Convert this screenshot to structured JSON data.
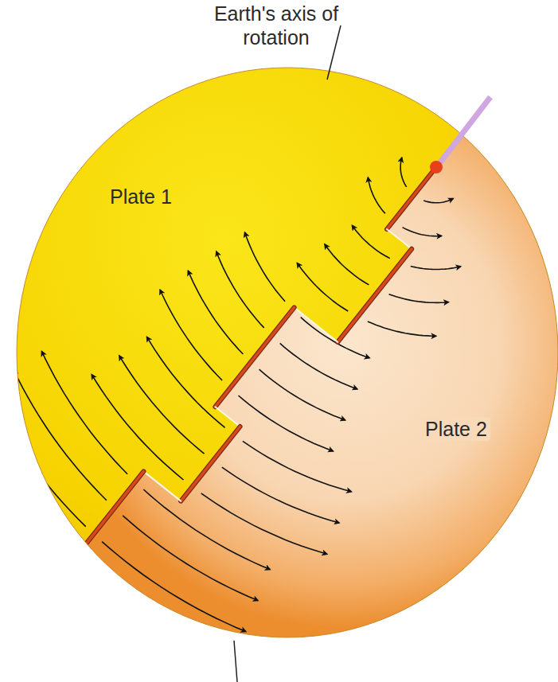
{
  "diagram": {
    "labels": [
      "Earth's axis of rotation",
      "Plate 1",
      "Plate 2"
    ]
  }
}
